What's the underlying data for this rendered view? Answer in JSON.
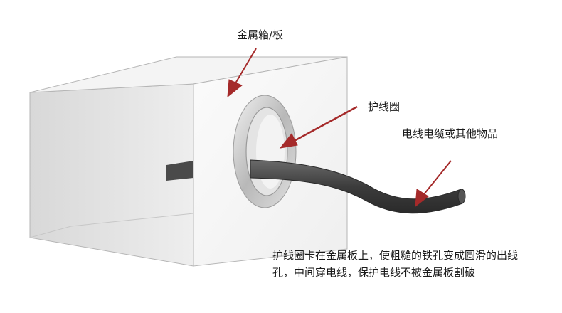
{
  "labels": {
    "metal_box": "金属箱/板",
    "grommet": "护线圈",
    "cable": "电线电缆或其他物品"
  },
  "caption": "护线圈卡在金属板上，使粗糙的铁孔变成圆滑的出线孔，中间穿电线，保护电线不被金属板割破",
  "colors": {
    "arrow": "#a52a2a",
    "cable": "#4a4a4a",
    "box_front": "#f7f7f7",
    "box_side": "#e3e3e3",
    "ring": "#c9c9c9"
  }
}
